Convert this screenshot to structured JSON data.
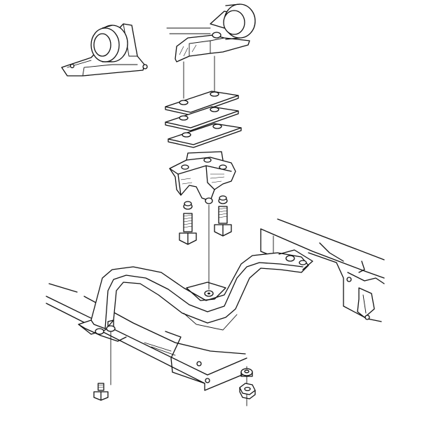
{
  "figure": {
    "type": "exploded-view technical illustration",
    "line_color": "#111111",
    "background": "#ffffff",
    "parts": [
      {
        "name": "upper-mount-detail",
        "icon": "rubber-bushing-icon"
      },
      {
        "name": "transmission-bracket",
        "icon": "bracket-icon"
      },
      {
        "name": "shim-plates",
        "count": 3
      },
      {
        "name": "transmission-mount",
        "icon": "mount-icon"
      },
      {
        "name": "mount-bolts",
        "count": 2
      },
      {
        "name": "crossmember",
        "icon": "crossmember-icon"
      },
      {
        "name": "frame-rails",
        "count": 2
      },
      {
        "name": "crossmember-bolt"
      },
      {
        "name": "crossmember-nuts",
        "count": 2
      }
    ]
  }
}
